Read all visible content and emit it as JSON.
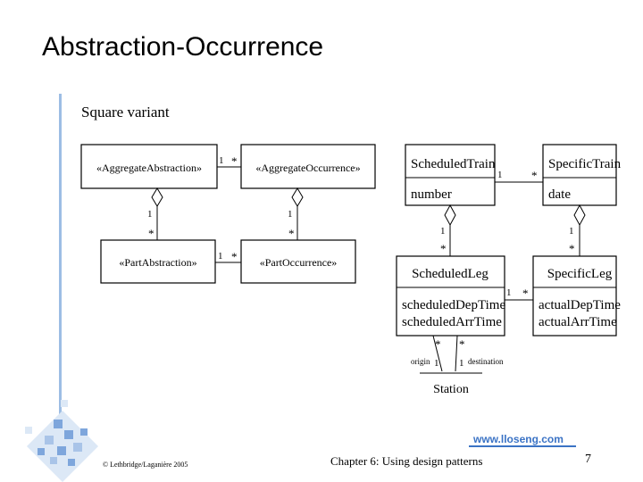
{
  "slide": {
    "title": "Abstraction-Occurrence",
    "subtitle": "Square variant"
  },
  "generic_diagram": {
    "classes": {
      "aggregate_abstraction": "«AggregateAbstraction»",
      "aggregate_occurrence": "«AggregateOccurrence»",
      "part_abstraction": "«PartAbstraction»",
      "part_occurrence": "«PartOccurrence»"
    },
    "multiplicities": {
      "top_one": "1",
      "top_many": "*",
      "left_one": "1",
      "left_many": "*",
      "right_one": "1",
      "right_many": "*",
      "bottom_one": "1",
      "bottom_many": "*"
    }
  },
  "train_diagram": {
    "classes": {
      "scheduled_train": {
        "name": "ScheduledTrain",
        "attribute": "number"
      },
      "specific_train": {
        "name": "SpecificTrain",
        "attribute": "date"
      },
      "scheduled_leg": {
        "name": "ScheduledLeg",
        "attributes": [
          "scheduledDepTime",
          "scheduledArrTime"
        ]
      },
      "specific_leg": {
        "name": "SpecificLeg",
        "attributes": [
          "actualDepTime",
          "actualArrTime"
        ]
      },
      "station": {
        "name": "Station"
      }
    },
    "multiplicities": {
      "train_one": "1",
      "train_many": "*",
      "sched_one": "1",
      "sched_many": "*",
      "spec_one": "1",
      "spec_many": "*",
      "leg_one": "1",
      "leg_many": "*",
      "origin_many": "*",
      "dest_many": "*",
      "origin_one": "1",
      "dest_one": "1"
    },
    "roles": {
      "origin": "origin",
      "destination": "destination"
    }
  },
  "footer": {
    "url": "www.lloseng.com",
    "copyright": "© Lethbridge/Laganière 2005",
    "chapter": "Chapter 6: Using design patterns",
    "page": "7"
  },
  "colors": {
    "accent_blue": "#3b73c5",
    "accent_line": "#9dbde4",
    "mosaic_light": "#dce8f6",
    "mosaic_dark": "#7ea6dc"
  }
}
